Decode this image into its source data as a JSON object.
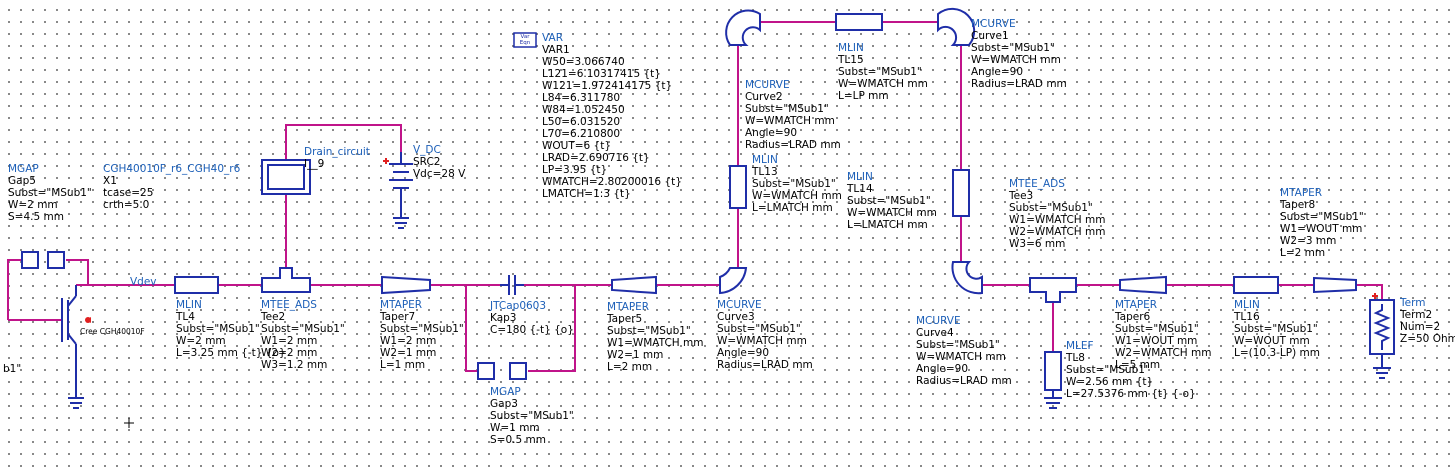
{
  "labels": {
    "var": [
      "VAR",
      "VAR1",
      "W50=3.066740",
      "L121=6.10317415 {t}",
      "W121=1.972414175 {t}",
      "L84=6.311780",
      "W84=1.052450",
      "L50=6.031520",
      "L70=6.210800",
      "WOUT=6 {t}",
      "LRAD=2.690716 {t}",
      "LP=3.95 {t}",
      "WMATCH=2.80200016 {t}",
      "LMATCH=1:3 {t}"
    ],
    "var_icon": [
      "Var",
      "Eqn"
    ],
    "mgap5": [
      "MGAP",
      "Gap5",
      "Subst=\"MSub1\"",
      "W=2 mm",
      "S=4.5 mm"
    ],
    "x1": [
      "CGH40010F_r6_CGH40_r6",
      "X1",
      "tcase=25",
      "crth=5.0"
    ],
    "drain": [
      "Drain_circuit",
      "I__9"
    ],
    "vdc": [
      "V_DC",
      "SRC2",
      "Vdc=28 V"
    ],
    "vdev": [
      "Vdev"
    ],
    "cree": [
      "Cree CGH40010F"
    ],
    "b1": [
      "b1\""
    ],
    "tl4": [
      "MLIN",
      "TL4",
      "Subst=\"MSub1\"",
      "W=2 mm",
      "L=3.25 mm {-t} {o}"
    ],
    "tee2": [
      "MTEE_ADS",
      "Tee2",
      "Subst=\"MSub1\"",
      "W1=2 mm",
      "W2=2 mm",
      "W3=1.2 mm"
    ],
    "taper7": [
      "MTAPER",
      "Taper7",
      "Subst=\"MSub1\"",
      "W1=2 mm",
      "W2=1 mm",
      "L=1 mm"
    ],
    "kap3": [
      "JTCap0603",
      "Kap3",
      "C=180 {-t} {o}"
    ],
    "gap3": [
      "MGAP",
      "Gap3",
      "Subst=\"MSub1\"",
      "W=1 mm",
      "S=0.5 mm"
    ],
    "taper5": [
      "MTAPER",
      "Taper5",
      "Subst=\"MSub1\"",
      "W1=WMATCH mm",
      "W2=1 mm",
      "L=2 mm"
    ],
    "curve3": [
      "MCURVE",
      "Curve3",
      "Subst=\"MSub1\"",
      "W=WMATCH mm",
      "Angle=90",
      "Radius=LRAD mm"
    ],
    "curve2": [
      "MCURVE",
      "Curve2",
      "Subst=\"MSub1\"",
      "W=WMATCH mm",
      "Angle=90",
      "Radius=LRAD mm"
    ],
    "tl13": [
      "MLIN",
      "TL13",
      "Subst=\"MSub1\"",
      "W=WMATCH mm",
      "L=LMATCH mm"
    ],
    "tl15": [
      "MLIN",
      "TL15",
      "Subst=\"MSub1\"",
      "W=WMATCH mm",
      "L=LP mm"
    ],
    "curve1": [
      "MCURVE",
      "Curve1",
      "Subst=\"MSub1\"",
      "W=WMATCH mm",
      "Angle=90",
      "Radius=LRAD mm"
    ],
    "tl14": [
      "MLIN",
      "TL14",
      "Subst=\"MSub1\"",
      "W=WMATCH mm",
      "L=LMATCH mm"
    ],
    "tee3": [
      "MTEE_ADS",
      "Tee3",
      "Subst=\"MSub1\"",
      "W1=WMATCH mm",
      "W2=WMATCH mm",
      "W3=6 mm"
    ],
    "curve4": [
      "MCURVE",
      "Curve4",
      "Subst=\"MSub1\"",
      "W=WMATCH mm",
      "Angle=90",
      "Radius=LRAD mm"
    ],
    "tl8": [
      "MLEF",
      "TL8",
      "Subst=\"MSub1\"",
      "W=2.56 mm {t}",
      "L=27.5376 mm {t} {-o}"
    ],
    "taper6": [
      "MTAPER",
      "Taper6",
      "Subst=\"MSub1\"",
      "W1=WOUT mm",
      "W2=WMATCH mm",
      "L=5 mm"
    ],
    "tl16": [
      "MLIN",
      "TL16",
      "Subst=\"MSub1\"",
      "W=WOUT mm",
      "L=(10.3-LP) mm"
    ],
    "taper8": [
      "MTAPER",
      "Taper8",
      "Subst=\"MSub1\"",
      "W1=WOUT mm",
      "W2=3 mm",
      "L=2 mm"
    ],
    "term2": [
      "Term",
      "Term2",
      "Num=2",
      "Z=50 Ohm"
    ]
  },
  "colors": {
    "wire": "#c0148a",
    "component": "#1f2ea8",
    "type_text": "#1c5fb8",
    "text": "#000000"
  }
}
